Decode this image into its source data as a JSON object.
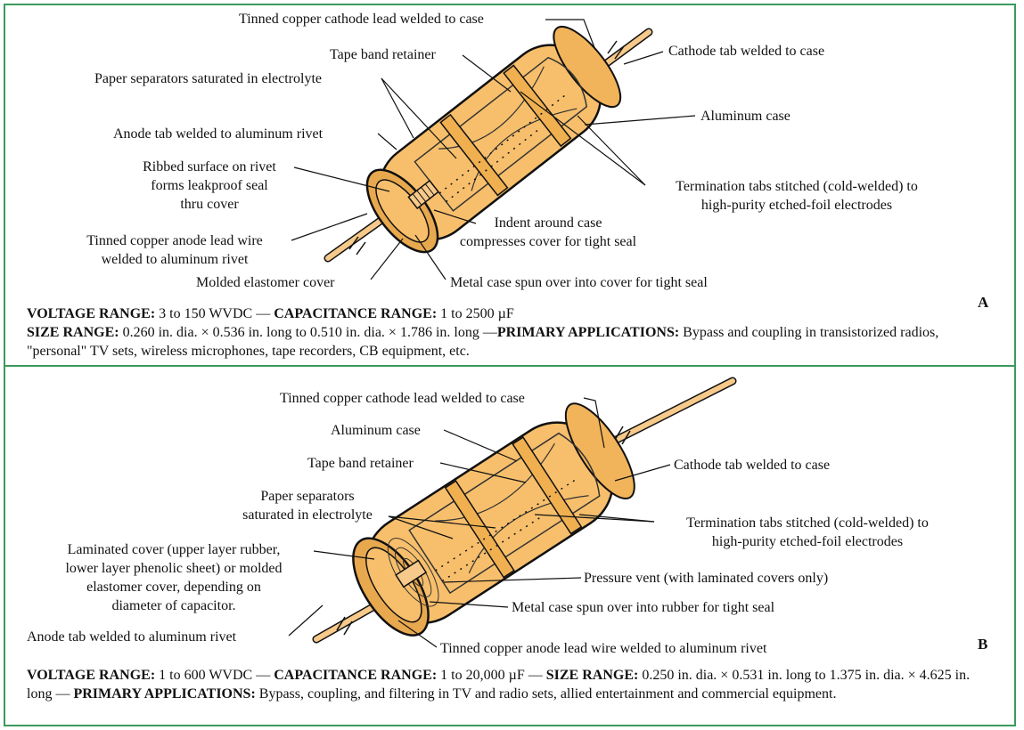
{
  "colors": {
    "frame": "#3a9a5c",
    "capacitor_fill": "#f7bf6c",
    "capacitor_dark": "#e2a24a",
    "line": "#111111"
  },
  "panel_a": {
    "letter": "A",
    "labels": {
      "cathode_lead": "Tinned copper cathode lead welded to case",
      "tape_band": "Tape band retainer",
      "cathode_tab": "Cathode tab welded to case",
      "paper_separators": "Paper separators saturated in electrolyte",
      "aluminum_case": "Aluminum case",
      "anode_tab": "Anode tab welded to aluminum rivet",
      "ribbed_1": "Ribbed surface on rivet",
      "ribbed_2": "forms leakproof seal",
      "ribbed_3": "thru cover",
      "termination_1": "Termination tabs stitched (cold-welded) to",
      "termination_2": "high-purity etched-foil electrodes",
      "indent_1": "Indent around case",
      "indent_2": "compresses cover for tight seal",
      "anode_lead_1": "Tinned copper anode lead wire",
      "anode_lead_2": "welded to aluminum rivet",
      "molded_cover": "Molded elastomer cover",
      "spun_case": "Metal case spun over into cover for tight seal"
    },
    "spec": {
      "voltage_label": "VOLTAGE RANGE:",
      "voltage_value": " 3 to 150 WVDC — ",
      "capacitance_label": "CAPACITANCE RANGE:",
      "capacitance_value": " 1 to 2500 µF",
      "size_label": "SIZE RANGE:",
      "size_value": " 0.260 in. dia. × 0.536 in. long to 0.510 in. dia. × 1.786 in. long —",
      "applications_label": "PRIMARY APPLICATIONS:",
      "applications_value": " Bypass and coupling in transistorized radios, \"personal\" TV sets, wireless microphones, tape recorders, CB equipment, etc."
    }
  },
  "panel_b": {
    "letter": "B",
    "labels": {
      "cathode_lead": "Tinned copper cathode lead welded to case",
      "aluminum_case": "Aluminum case",
      "tape_band": "Tape band retainer",
      "cathode_tab": "Cathode tab welded to case",
      "paper_1": "Paper separators",
      "paper_2": "saturated in electrolyte",
      "termination_1": "Termination tabs stitched (cold-welded) to",
      "termination_2": "high-purity etched-foil electrodes",
      "laminated_1": "Laminated cover (upper layer rubber,",
      "laminated_2": "lower layer phenolic sheet) or molded",
      "laminated_3": "elastomer cover, depending on",
      "laminated_4": "diameter of capacitor.",
      "pressure_vent": "Pressure vent (with laminated covers only)",
      "spun_rubber": "Metal case spun over into rubber for tight seal",
      "anode_tab": "Anode tab welded to aluminum rivet",
      "anode_lead": "Tinned copper anode lead wire welded to aluminum rivet"
    },
    "spec": {
      "voltage_label": "VOLTAGE RANGE:",
      "voltage_value": " 1 to 600 WVDC — ",
      "capacitance_label": "CAPACITANCE RANGE:",
      "capacitance_value": " 1 to 20,000 µF — ",
      "size_label": "SIZE RANGE:",
      "size_value": " 0.250 in. dia. × 0.531 in. long to 1.375 in. dia. × 4.625 in. long — ",
      "applications_label": "PRIMARY APPLICATIONS:",
      "applications_value": " Bypass, coupling, and filtering in TV and radio sets, allied entertainment and commercial equipment."
    }
  }
}
